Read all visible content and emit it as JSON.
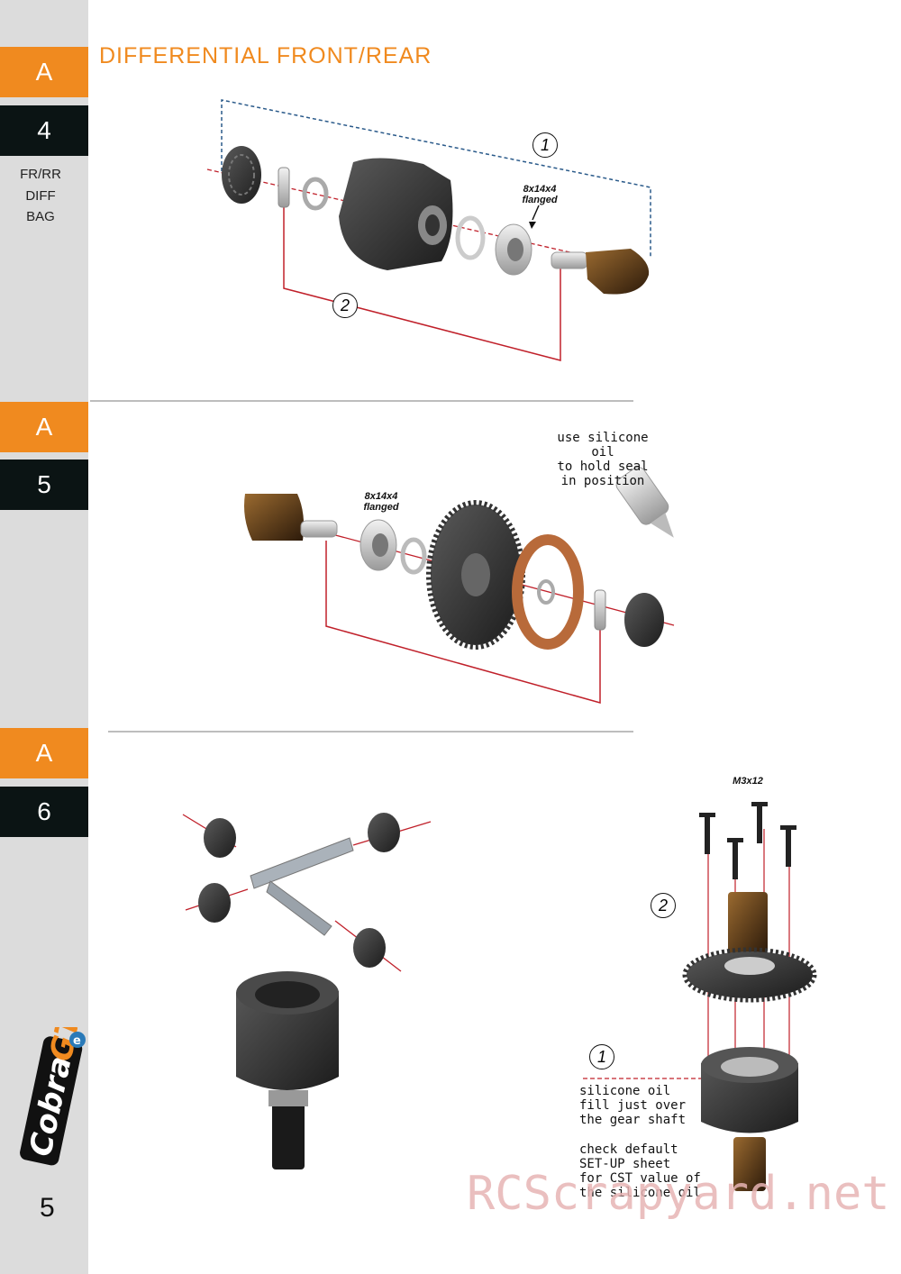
{
  "title": "DIFFERENTIAL  FRONT/REAR",
  "page_number": "5",
  "brand_logo": "CobraGTe",
  "steps": [
    {
      "letter": "A",
      "number": "4"
    },
    {
      "letter": "A",
      "number": "5"
    },
    {
      "letter": "A",
      "number": "6"
    }
  ],
  "bag_lines": [
    "FR/RR",
    "DIFF",
    "BAG"
  ],
  "step_a4": {
    "bearing_label_1": "8x14x4",
    "bearing_label_2": "flanged",
    "callout_1": "1",
    "callout_2": "2"
  },
  "step_a5": {
    "bearing_label_1": "8x14x4",
    "bearing_label_2": "flanged",
    "oil_note_1": "use silicone oil",
    "oil_note_2": "to hold seal",
    "oil_note_3": "in position"
  },
  "step_a6": {
    "screw_label": "M3x12",
    "callout_1": "1",
    "callout_2": "2",
    "fill_note_1": "silicone oil",
    "fill_note_2": "fill just over",
    "fill_note_3": "the gear shaft",
    "setup_note_1": "check default",
    "setup_note_2": "SET-UP sheet",
    "setup_note_3": "for CST value of",
    "setup_note_4": "the silicone oil"
  },
  "watermark": "RCScrapyard.net",
  "colors": {
    "accent": "#f08a1f",
    "dark": "#0b1414",
    "sidebar": "#dcdcdc",
    "guide_red": "#c0202a",
    "guide_blue": "#2a5a8a"
  }
}
